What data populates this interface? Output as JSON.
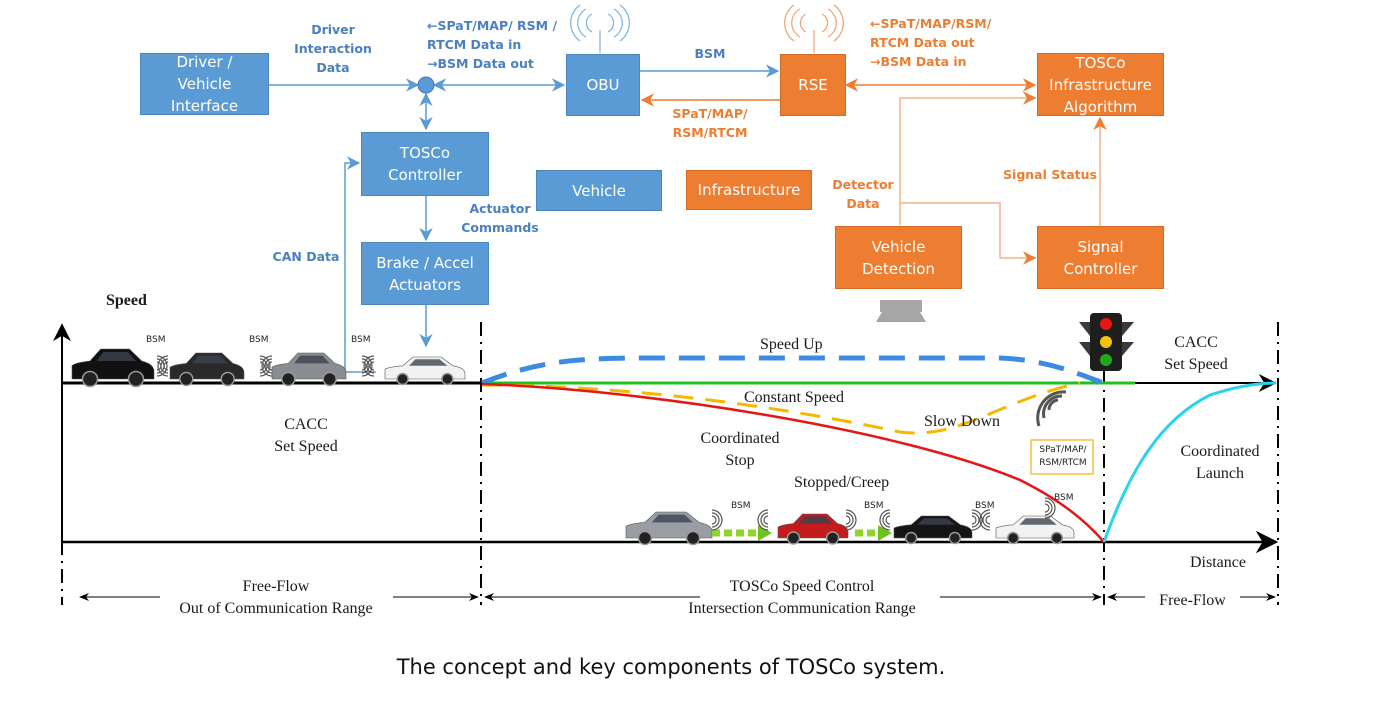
{
  "colors": {
    "vehicle_blue": "#5b9bd5",
    "infrastructure_orange": "#ed7d31",
    "speed_up_blue": "#3c8be0",
    "constant_green": "#1ec21e",
    "slow_down_yellow": "#f5b800",
    "coordinated_stop_red": "#e51616",
    "launch_cyan": "#2ad4e8",
    "axis_black": "#000000"
  },
  "architecture": {
    "vehicle_side": {
      "driver_vehicle_interface": "Driver / Vehicle Interface",
      "obu": "OBU",
      "tosco_controller": "TOSCo Controller",
      "brake_accel_actuators": "Brake / Accel Actuators",
      "legend_vehicle": "Vehicle"
    },
    "infrastructure_side": {
      "rse": "RSE",
      "tosco_infrastructure_algorithm": "TOSCo Infrastructure Algorithm",
      "vehicle_detection": "Vehicle Detection",
      "signal_controller": "Signal Controller",
      "legend_infrastructure": "Infrastructure"
    },
    "flow_labels": {
      "driver_interaction_data": [
        "Driver",
        "Interaction",
        "Data"
      ],
      "obu_hub_data": [
        "←SPaT/MAP/ RSM /",
        "RTCM Data in",
        "→BSM Data out"
      ],
      "bsm_to_rse": "BSM",
      "rse_to_obu": [
        "SPaT/MAP/",
        "RSM/RTCM"
      ],
      "rse_to_algorithm": [
        "←SPaT/MAP/RSM/",
        "RTCM Data out",
        "→BSM Data in"
      ],
      "actuator_commands": [
        "Actuator",
        "Commands"
      ],
      "can_data": "CAN Data",
      "detector_data": [
        "Detector",
        "Data"
      ],
      "signal_status": "Signal Status"
    }
  },
  "speed_profile": {
    "y_axis_label": "Speed",
    "x_axis_label": "Distance",
    "left_zone_label": [
      "CACC",
      "Set Speed"
    ],
    "right_zone_label": [
      "CACC",
      "Set Speed"
    ],
    "curves": {
      "speed_up": "Speed Up",
      "constant_speed": "Constant Speed",
      "slow_down": "Slow Down",
      "coordinated_stop": [
        "Coordinated",
        "Stop"
      ],
      "stopped_creep": "Stopped/Creep",
      "coordinated_launch": [
        "Coordinated",
        "Launch"
      ]
    },
    "bsm_tag": "BSM",
    "broadcast_message_box": [
      "SPaT/MAP/",
      "RSM/RTCM"
    ],
    "ranges": [
      {
        "line1": "Free-Flow",
        "line2": "Out of Communication Range"
      },
      {
        "line1": "TOSCo Speed Control",
        "line2": "Intersection Communication Range"
      },
      {
        "line1": "Free-Flow",
        "line2": ""
      }
    ]
  },
  "caption": "The concept and key components of TOSCo system."
}
